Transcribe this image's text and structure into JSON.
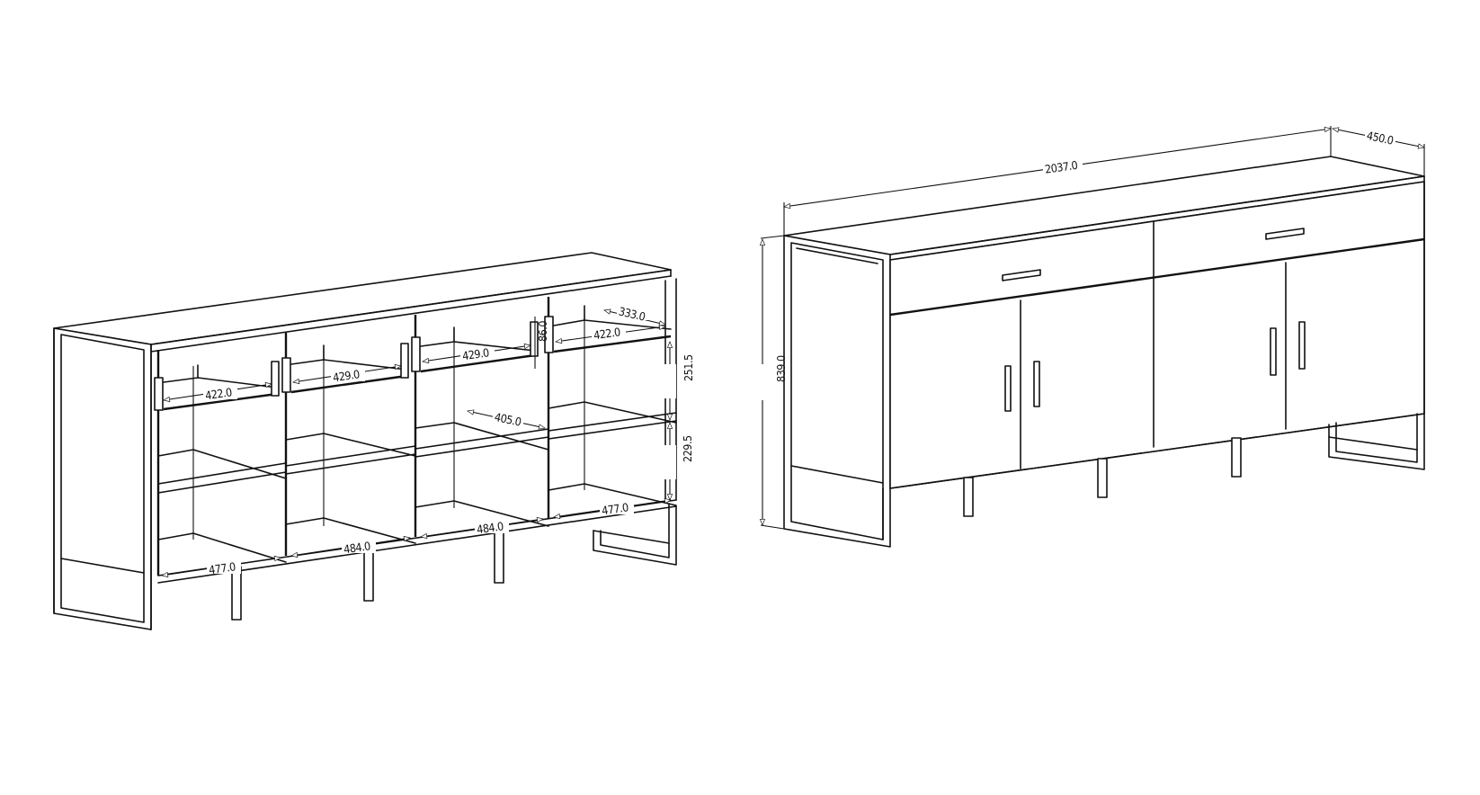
{
  "colors": {
    "line": "#111111",
    "background": "#ffffff"
  },
  "left_view": {
    "name": "open-sideboard-interior-view",
    "dims": {
      "drawer_w_1": "422.0",
      "drawer_w_2": "429.0",
      "drawer_w_3": "429.0",
      "drawer_w_4": "422.0",
      "drawer_depth": "333.0",
      "drawer_height": "86.0",
      "upper_compartment_h": "251.5",
      "lower_compartment_h": "229.5",
      "shelf_depth": "405.0",
      "bottom_w_1": "477.0",
      "bottom_w_2": "484.0",
      "bottom_w_3": "484.0",
      "bottom_w_4": "477.0"
    }
  },
  "right_view": {
    "name": "closed-sideboard-exterior-view",
    "dims": {
      "overall_width": "2037.0",
      "overall_depth": "450.0",
      "overall_height": "839.0"
    }
  }
}
